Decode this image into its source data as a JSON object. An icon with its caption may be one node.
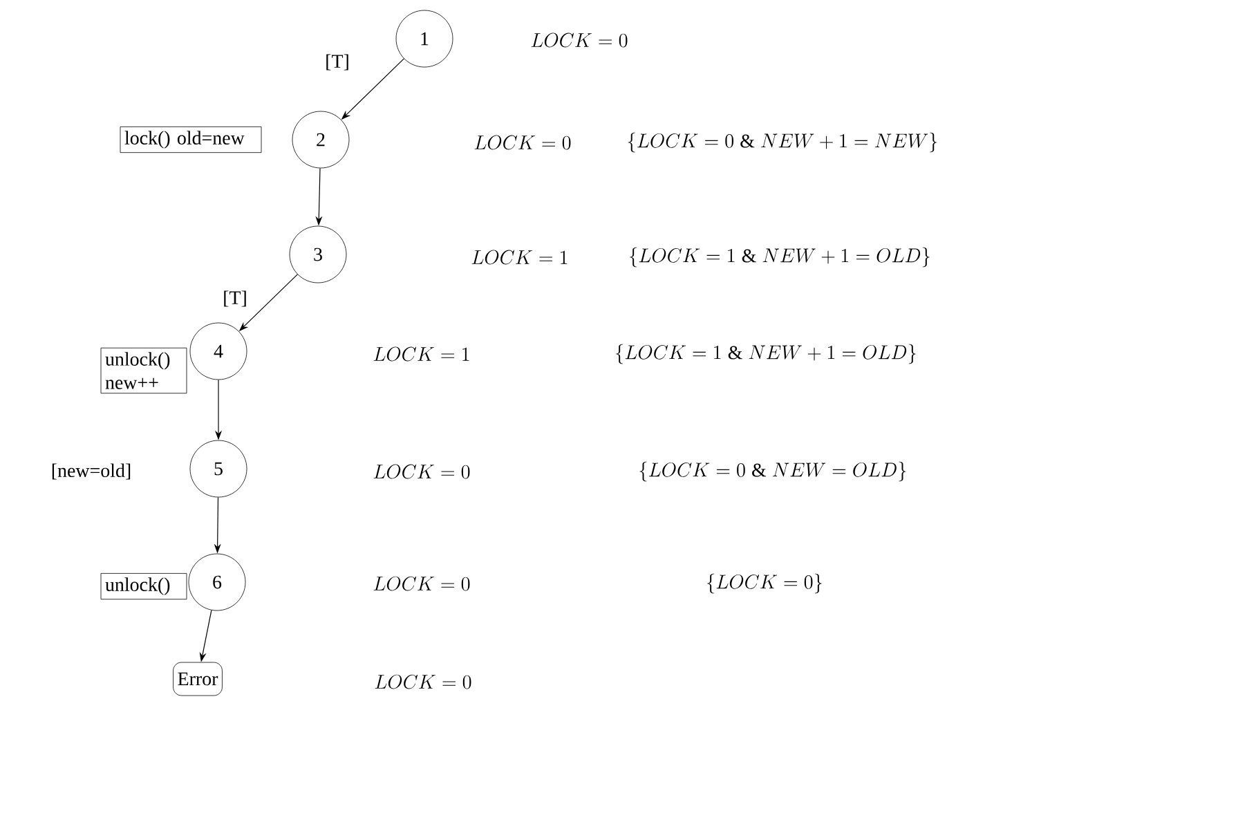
{
  "diagram": {
    "nodes": [
      {
        "text": [
          "1"
        ]
      },
      {
        "text": [
          "lock() old=new"
        ]
      },
      {
        "text": [
          "2"
        ]
      },
      {
        "text": [
          "3"
        ]
      },
      {
        "text": [
          "unlock() new++"
        ]
      },
      {
        "text": [
          "4"
        ]
      },
      {
        "text": [
          "5"
        ],
        "beside": [
          "[new=old]"
        ]
      },
      {
        "text": [
          "unlock()"
        ]
      },
      {
        "text": [
          "6"
        ]
      },
      {
        "text": [
          "Error"
        ]
      }
    ],
    "edges": [
      {
        "from": 0,
        "to": 2,
        "arrow": "to",
        "label": "[T]"
      },
      {
        "from": 2,
        "to": 3,
        "arrow": "to"
      },
      {
        "from": 3,
        "to": 5,
        "arrow": "to",
        "label": "[T]"
      },
      {
        "from": 5,
        "to": 6,
        "arrow": "to"
      },
      {
        "from": 6,
        "to": 8,
        "arrow": "to"
      },
      {
        "from": 8,
        "to": 9,
        "arrow": "to"
      }
    ],
    "labels": [
      "LOCK = 0",
      "LOCK = 0",
      "\\{LOCK = 0 \\;\\&\\; NEW + 1 = NEW\\}",
      "LOCK = 1",
      "\\{LOCK = 1 \\;\\&\\; NEW + 1 = OLD\\}",
      "LOCK = 1",
      "\\{LOCK = 1 \\;\\&\\; NEW + 1 = OLD\\}",
      "LOCK = 0",
      "\\{LOCK = 0 \\;\\&\\; NEW = OLD\\}",
      "LOCK = 0",
      "\\{LOCK = 0\\}",
      "LOCK = 0"
    ]
  }
}
